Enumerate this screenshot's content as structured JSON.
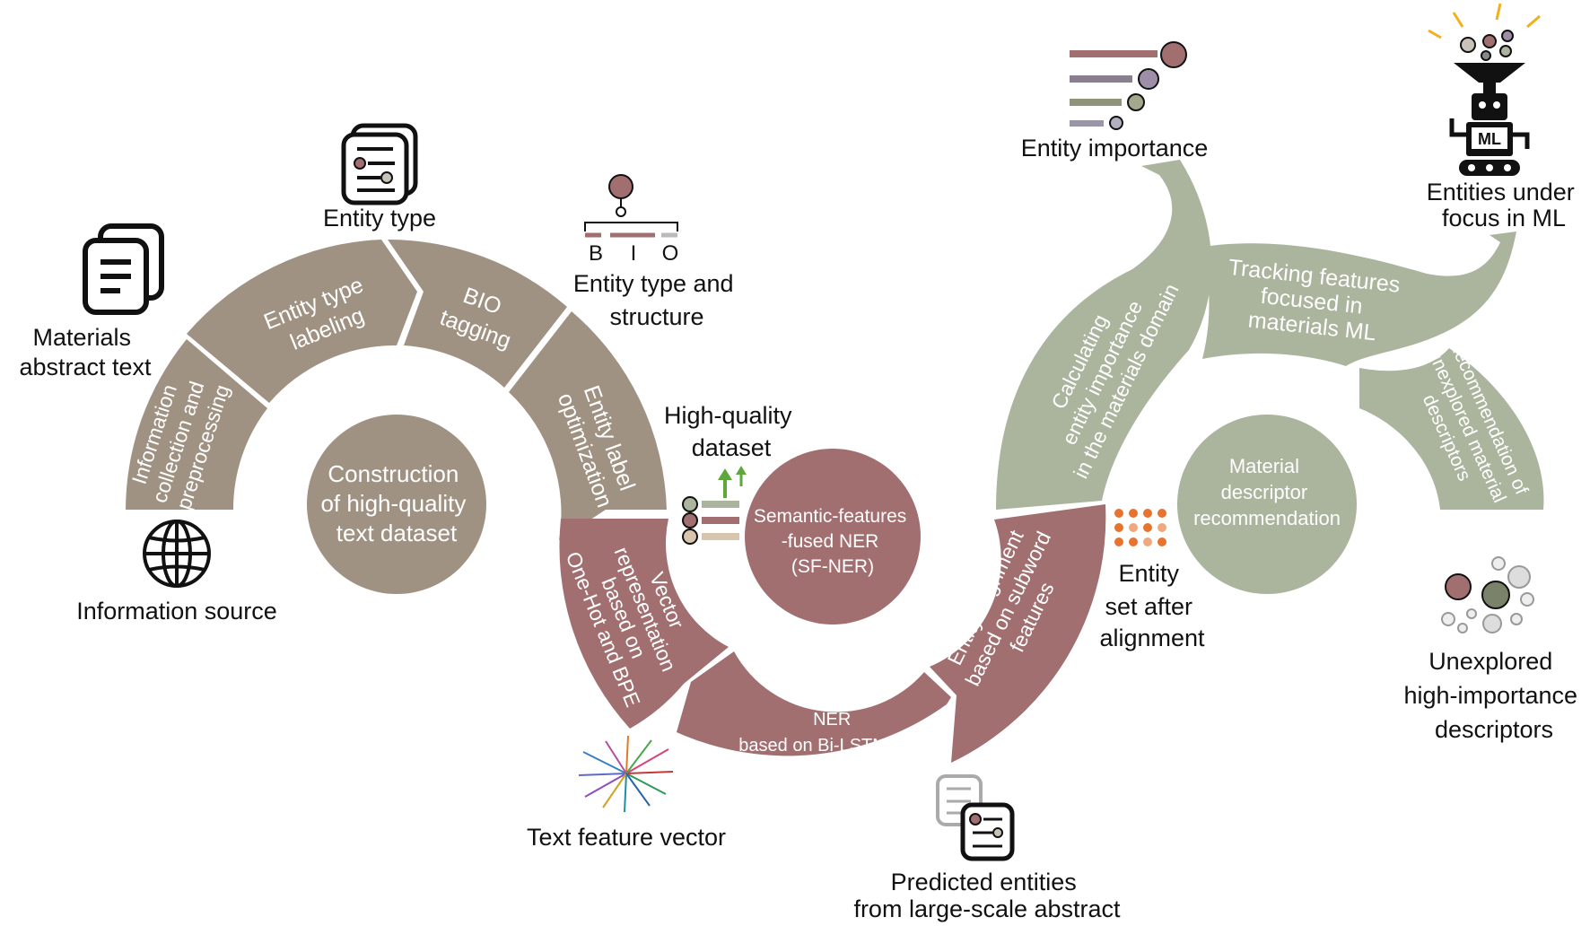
{
  "colors": {
    "brown": "#A09282",
    "maroon": "#A26F71",
    "sage": "#ABB49D",
    "ink": "#111111",
    "orange": "#E8732E",
    "green_arrow": "#5DA83B"
  },
  "icons": {
    "materials_text": "documents-icon",
    "entity_type": "entity-card-icon",
    "info_source": "globe-icon",
    "bio": "bio-tree-icon",
    "hq_dataset": "dataset-bars-icon",
    "text_vector": "vector-burst-icon",
    "predicted_entities": "entity-cards-icon",
    "entity_set": "dot-grid-icon",
    "importance": "importance-bars-icon",
    "ml_robot": "ml-robot-icon",
    "unexplored": "bubbles-icon"
  },
  "labels": {
    "materials_text": [
      "Materials",
      "abstract text"
    ],
    "entity_type": [
      "Entity type"
    ],
    "info_source": [
      "Information source"
    ],
    "bio_letters": [
      "B",
      "I",
      "O"
    ],
    "entity_structure": [
      "Entity type and",
      "structure"
    ],
    "hq_dataset": [
      "High-quality",
      "dataset"
    ],
    "text_vector": [
      "Text feature vector"
    ],
    "predicted_entities": [
      "Predicted entities",
      "from large-scale abstract"
    ],
    "entity_set": [
      "Entity",
      "set after",
      "alignment"
    ],
    "importance": [
      "Entity importance"
    ],
    "ml_focus": [
      "Entities under",
      "focus in ML"
    ],
    "ml_badge": "ML",
    "unexplored": [
      "Unexplored",
      "high-importance",
      "descriptors"
    ]
  },
  "segments": {
    "info_collection": [
      "Information",
      "collection and",
      "preprocessing"
    ],
    "entity_type_labeling": [
      "Entity type",
      "labeling"
    ],
    "bio_tagging": [
      "BIO",
      "tagging"
    ],
    "label_optimization": [
      "Entity label",
      "optimization"
    ],
    "vector_repr": [
      "Vector",
      "representation",
      "based on",
      "One-Hot and BPE"
    ],
    "ner_bilstm": [
      "NER",
      "based on Bi-LSTM-CRF"
    ],
    "entity_alignment": [
      "Entity alignment",
      "based on subword",
      "features"
    ],
    "calc_importance": [
      "Calculating",
      "entity importance",
      "in the materials domain"
    ],
    "tracking_features": [
      "Tracking features",
      "focused in",
      "materials ML"
    ],
    "recommendation": [
      "Recommendation of",
      "unexplored material",
      "descriptors"
    ]
  },
  "centers": {
    "construction": [
      "Construction",
      "of high-quality",
      "text dataset"
    ],
    "sf_ner": [
      "Semantic-features",
      "-fused NER",
      "(SF-NER)"
    ],
    "descriptor_rec": [
      "Material",
      "descriptor",
      "recommendation"
    ]
  }
}
